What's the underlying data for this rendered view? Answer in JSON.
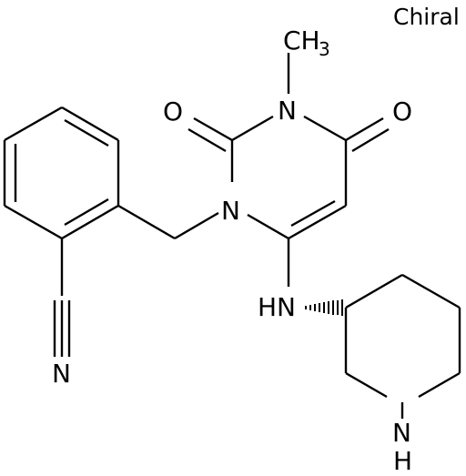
{
  "stereo_flag": "Chiral",
  "atoms": {
    "methyl": "CH",
    "methyl_subscript": "3",
    "n3": "N",
    "o4": "O",
    "o2": "O",
    "n1": "N",
    "nh_amine": "HN",
    "n_nitrile": "N",
    "nh_ring": "N",
    "nh_ring_h": "H"
  },
  "colors": {
    "ink": "#000000",
    "background": "#ffffff"
  }
}
